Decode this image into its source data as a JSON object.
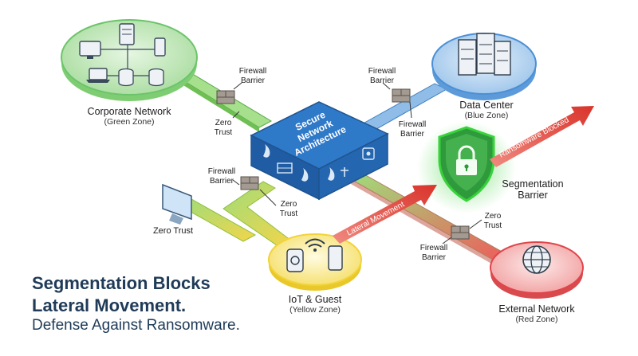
{
  "heading": {
    "line1": "Segmentation Blocks",
    "line2": "Lateral Movement.",
    "line3": "Defense Against Ransomware."
  },
  "core": {
    "title_line1": "Secure",
    "title_line2": "Network",
    "title_line3": "Architecture"
  },
  "zones": {
    "corporate": {
      "name": "Corporate Network",
      "sub": "(Green Zone)",
      "color": "#6cc46a"
    },
    "datacenter": {
      "name": "Data Center",
      "sub": "(Blue Zone)",
      "color": "#4a8fd6"
    },
    "iot": {
      "name": "IoT & Guest",
      "sub": "(Yellow Zone)",
      "color": "#f2d33a"
    },
    "external": {
      "name": "External Network",
      "sub": "(Red Zone)",
      "color": "#e0454a"
    }
  },
  "barriers": {
    "fw_label_1": "Firewall",
    "fw_label_2": "Barrier",
    "zero_trust_1": "Zero",
    "zero_trust_2": "Trust",
    "zero_trust_device": "Zero Trust"
  },
  "segmentation": {
    "label_line1": "Segmentation",
    "label_line2": "Barrier",
    "shield_glow": "#35d135"
  },
  "arrows": {
    "lateral": "Lateral Movement",
    "blocked": "Ransomware Blocked",
    "color": "#d9342b"
  }
}
